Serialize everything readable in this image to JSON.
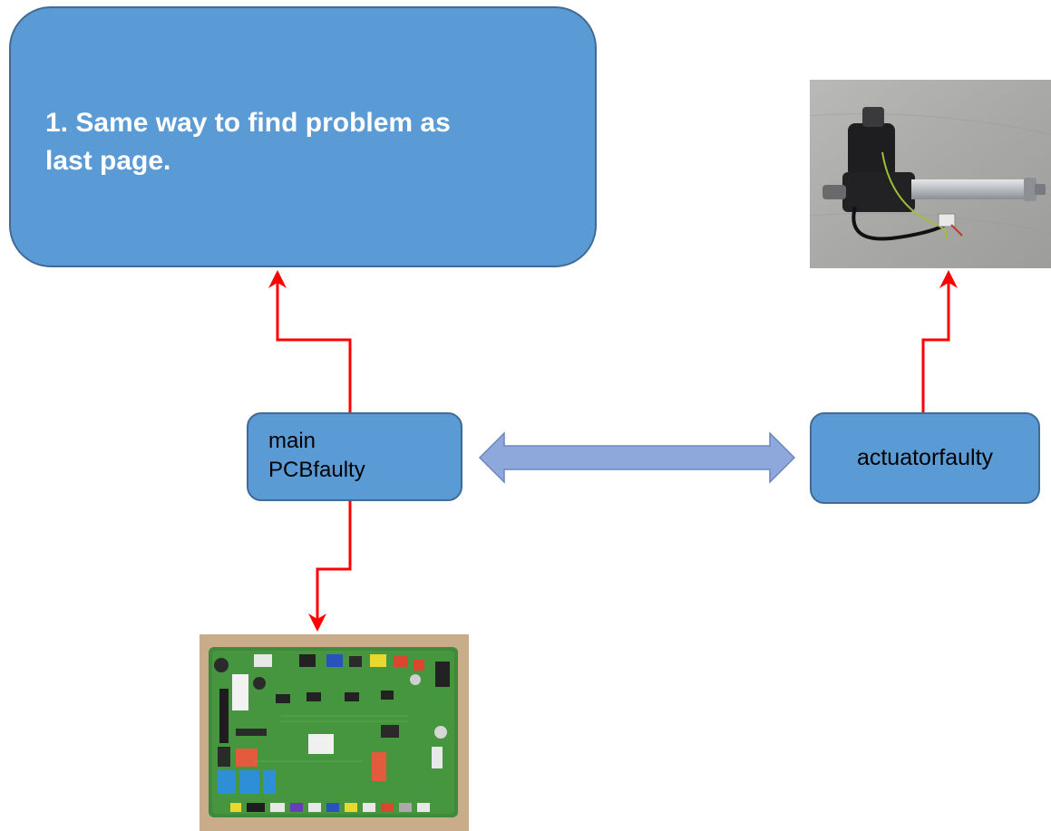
{
  "colors": {
    "box_fill": "#5b9bd5",
    "box_border": "#3f6b96",
    "arrow": "#ff0000",
    "double_arrow_fill": "#8fa8dc",
    "double_arrow_stroke": "#6a85c2"
  },
  "note": {
    "line1": "1. Same way to find problem as",
    "line2": "last page."
  },
  "pcb_box": {
    "line1": "main",
    "line2": "PCBfaulty"
  },
  "actuator_box": {
    "label": "actuatorfaulty"
  },
  "images": {
    "actuator_photo": "linear-actuator-photo",
    "pcb_photo": "main-pcb-photo"
  }
}
